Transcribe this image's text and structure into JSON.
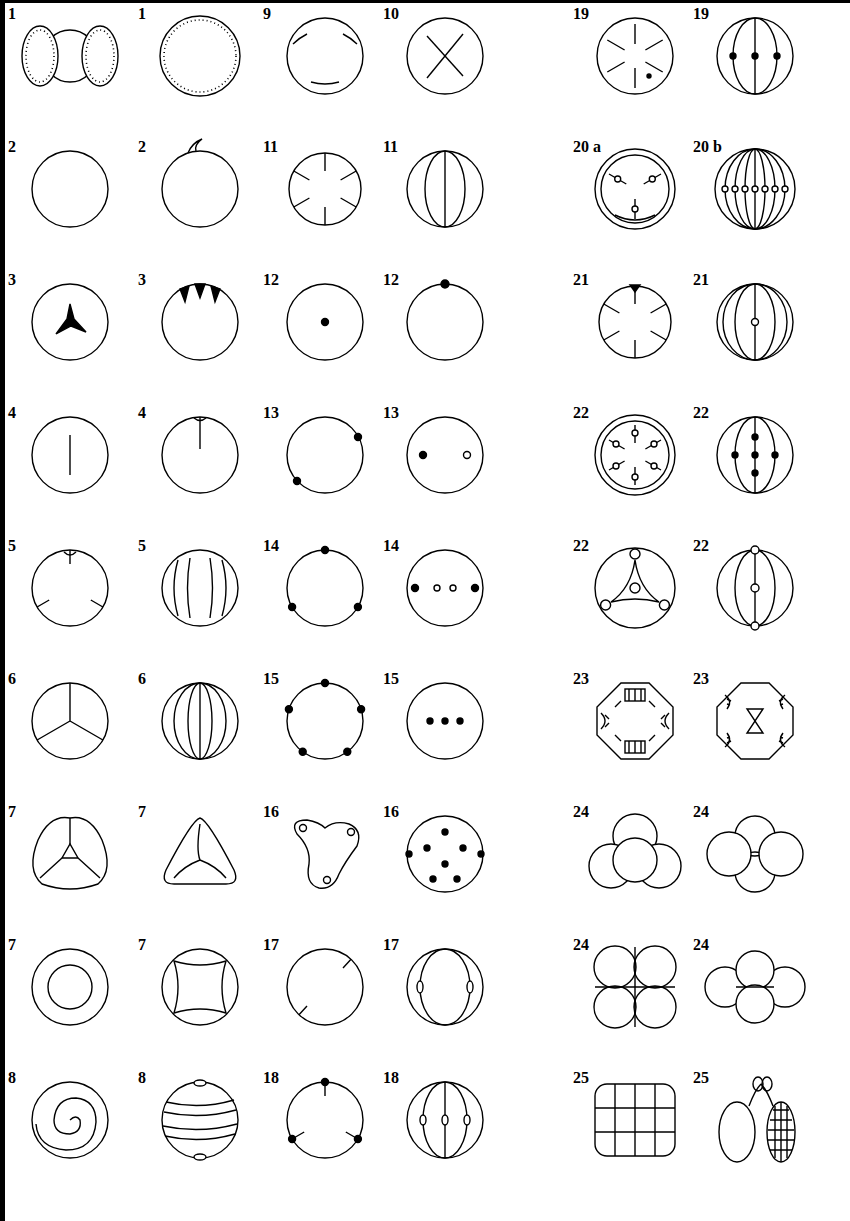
{
  "diagram": {
    "labels": [
      "1",
      "1",
      "9",
      "10",
      "19",
      "19",
      "2",
      "2",
      "11",
      "11",
      "20 a",
      "20 b",
      "3",
      "3",
      "12",
      "12",
      "21",
      "21",
      "4",
      "4",
      "13",
      "13",
      "22",
      "22",
      "5",
      "5",
      "14",
      "14",
      "22",
      "22",
      "6",
      "6",
      "15",
      "15",
      "23",
      "23",
      "7",
      "7",
      "16",
      "16",
      "24",
      "24",
      "7",
      "7",
      "17",
      "17",
      "24",
      "24",
      "8",
      "8",
      "18",
      "18",
      "25",
      "25"
    ]
  }
}
